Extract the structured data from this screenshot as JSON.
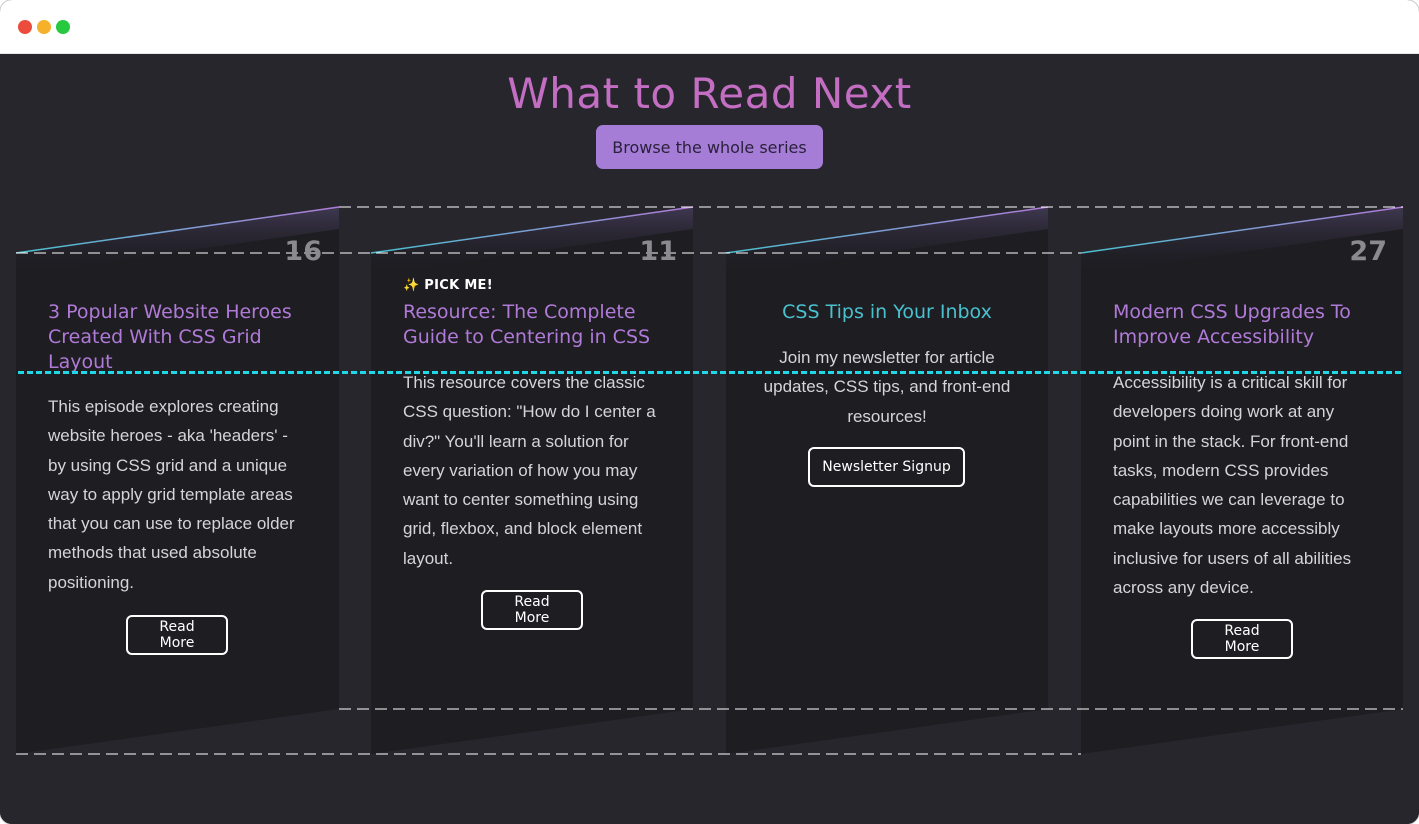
{
  "window": {
    "controls": {
      "close_color": "#ec4c3c",
      "minimize_color": "#f6b12a",
      "maximize_color": "#27c93f"
    }
  },
  "colors": {
    "title": "#c46ec3",
    "button_bg": "#a57dd6",
    "card_bg": "#1e1d22",
    "card_title_purple": "#b07ad8",
    "card_title_teal": "#49c1cf",
    "cyan_guide": "#1ed8e8"
  },
  "header": {
    "title": "What to Read Next",
    "browse_button": "Browse the whole series"
  },
  "cards": [
    {
      "number": "16",
      "badge": "",
      "title": "3 Popular Website Heroes Created With CSS Grid Layout",
      "description": "This episode explores creating website heroes - aka 'headers' - by using CSS grid and a unique way to apply grid template areas that you can use to replace older methods that used absolute positioning.",
      "button": "Read More"
    },
    {
      "number": "11",
      "badge": "✨ PICK ME!",
      "title": "Resource: The Complete Guide to Centering in CSS",
      "description": "This resource covers the classic CSS question: \"How do I center a div?\" You'll learn a solution for every variation of how you may want to center something using grid, flexbox, and block element layout.",
      "button": "Read More"
    },
    {
      "number": "",
      "badge": "",
      "title": "CSS Tips in Your Inbox",
      "description": "Join my newsletter for article updates, CSS tips, and front-end resources!",
      "button": "Newsletter Signup"
    },
    {
      "number": "27",
      "badge": "",
      "title": "Modern CSS Upgrades To Improve Accessibility",
      "description": "Accessibility is a critical skill for developers doing work at any point in the stack. For front-end tasks, modern CSS provides capabilities we can leverage to make layouts more accessibly inclusive for users of all abilities across any device.",
      "button": "Read More"
    }
  ]
}
